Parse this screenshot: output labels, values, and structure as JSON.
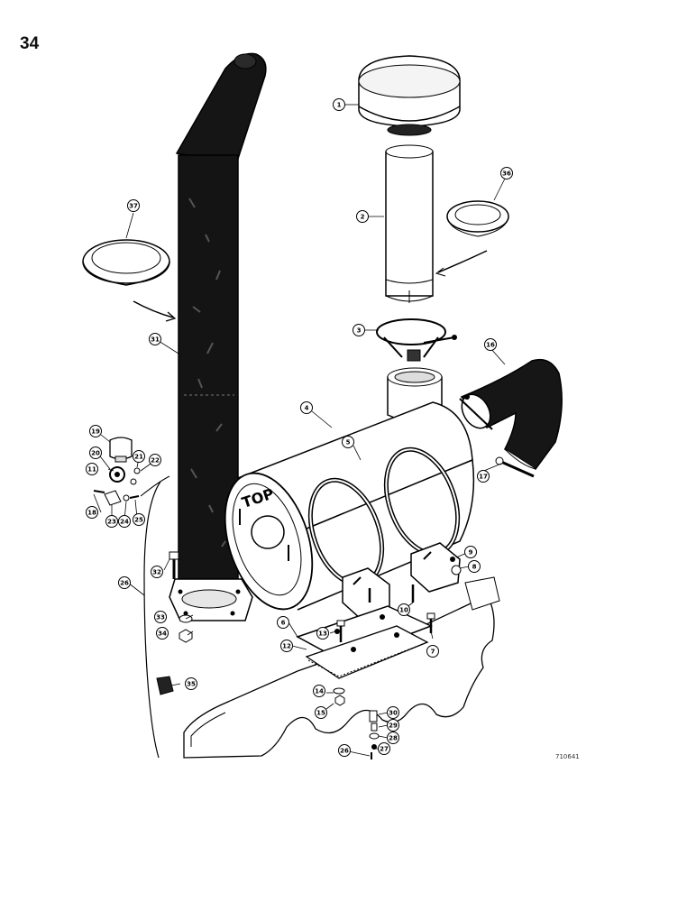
{
  "page_number": "34",
  "figure_code": "710641",
  "callouts": [
    "1",
    "2",
    "3",
    "4",
    "5",
    "6",
    "7",
    "8",
    "9",
    "10",
    "11",
    "12",
    "13",
    "14",
    "15",
    "16",
    "17",
    "18",
    "19",
    "20",
    "21",
    "22",
    "23",
    "24",
    "25",
    "26",
    "27",
    "28",
    "29",
    "30",
    "31",
    "32",
    "33",
    "34",
    "35",
    "36",
    "37"
  ],
  "labels": {
    "air_cleaner_mark": "TOP"
  }
}
